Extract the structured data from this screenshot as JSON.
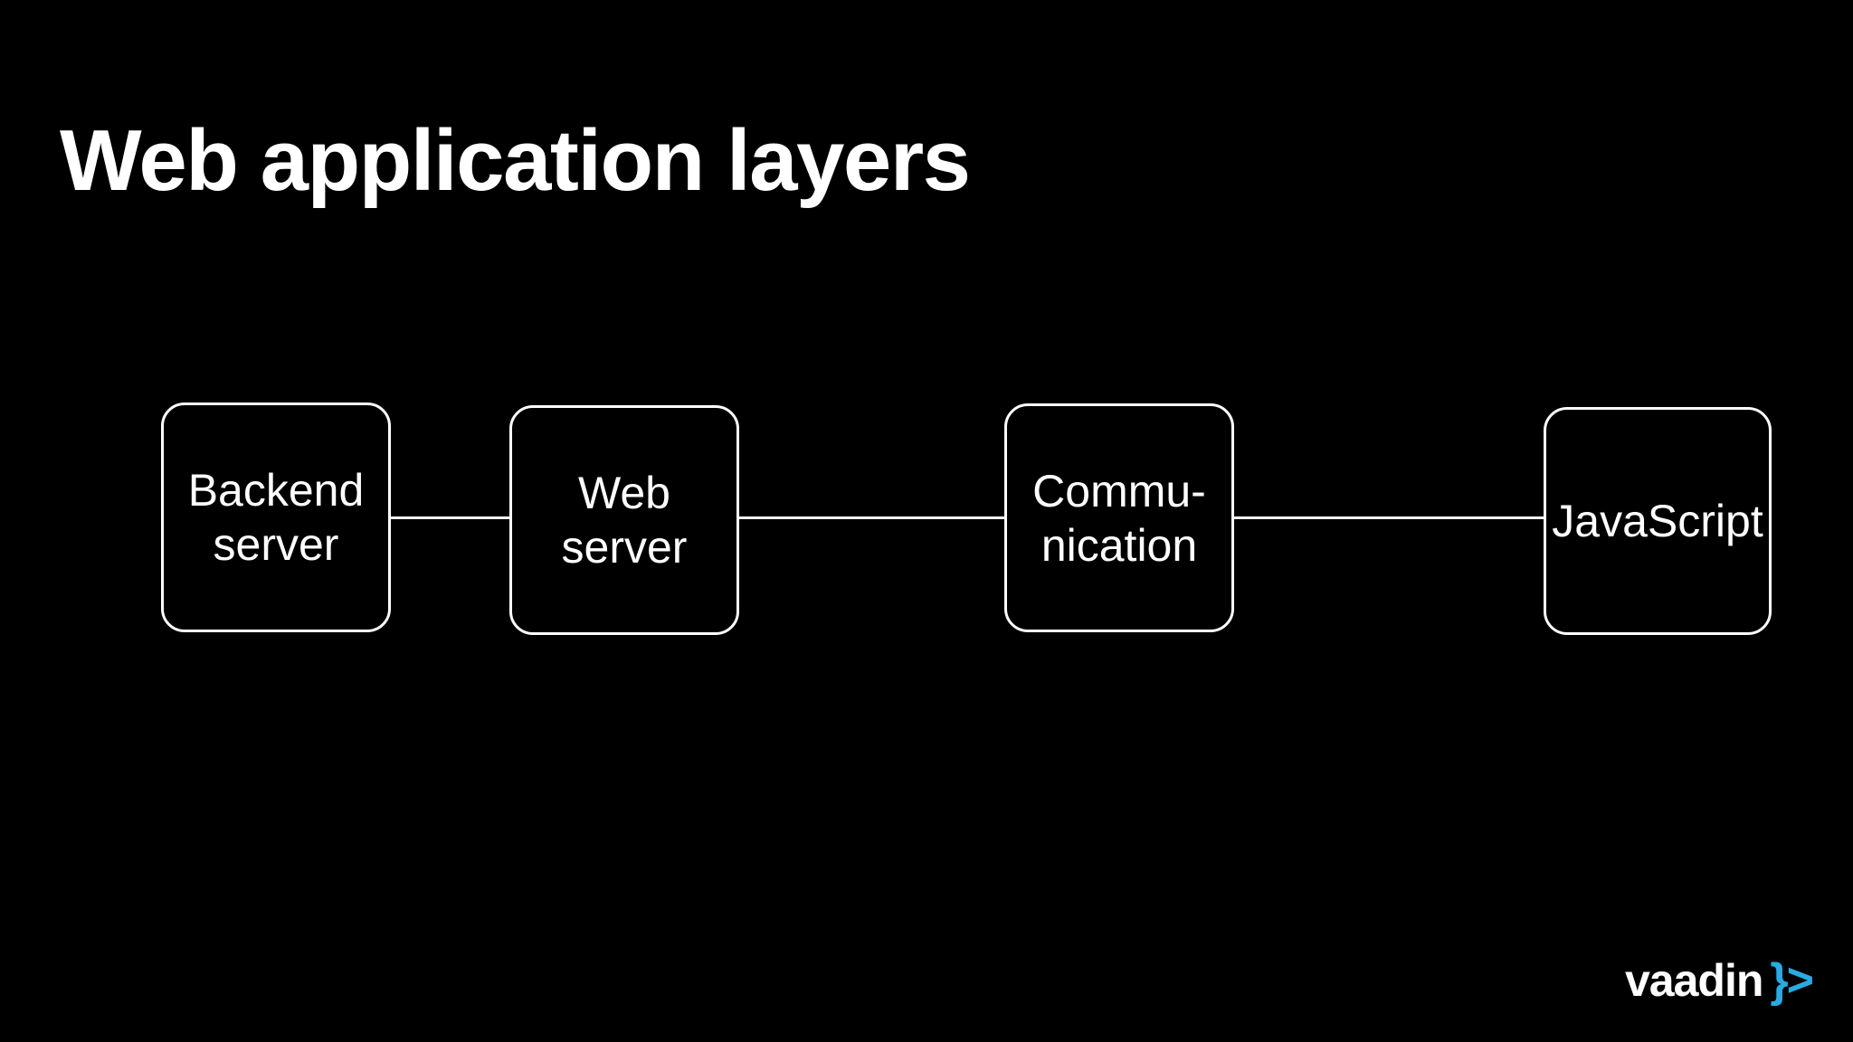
{
  "slide": {
    "title": "Web application layers"
  },
  "diagram": {
    "boxes": [
      {
        "id": "backend-server",
        "label": "Backend\nserver"
      },
      {
        "id": "web-server",
        "label": "Web\nserver"
      },
      {
        "id": "communication",
        "label": "Commu-\nnication"
      },
      {
        "id": "javascript",
        "label": "JavaScript"
      }
    ],
    "connections": [
      {
        "from": "backend-server",
        "to": "web-server"
      },
      {
        "from": "web-server",
        "to": "communication"
      },
      {
        "from": "communication",
        "to": "javascript"
      }
    ]
  },
  "logo": {
    "wordmark": "vaadin",
    "symbol": "}>"
  },
  "colors": {
    "background": "#000000",
    "foreground": "#ffffff",
    "logo_accent": "#29abe2"
  }
}
